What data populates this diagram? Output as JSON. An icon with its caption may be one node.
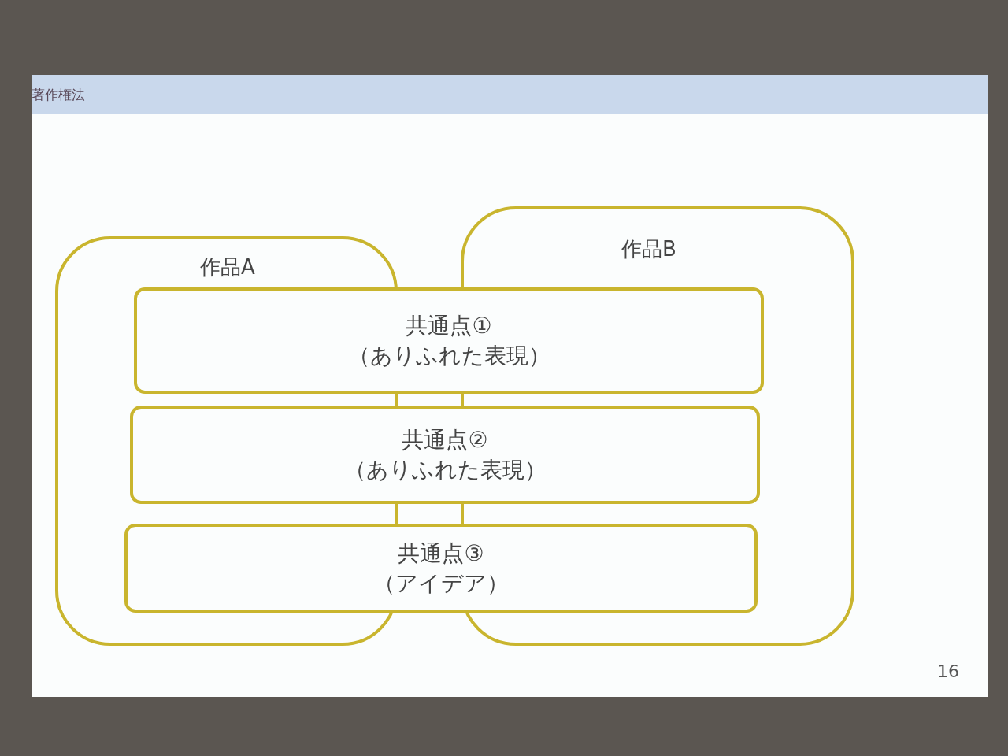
{
  "diagram": {
    "title": "著作権法",
    "nodes": [
      {
        "text": [
          "作品A"
        ]
      },
      {
        "text": [
          "作品B"
        ]
      },
      {
        "text": [
          "共通点①",
          "（ありふれた表現）"
        ]
      },
      {
        "text": [
          "共通点②",
          "（ありふれた表現）"
        ]
      },
      {
        "text": [
          "共通点③",
          "（アイデア）"
        ]
      }
    ],
    "labels": [
      "16"
    ]
  }
}
